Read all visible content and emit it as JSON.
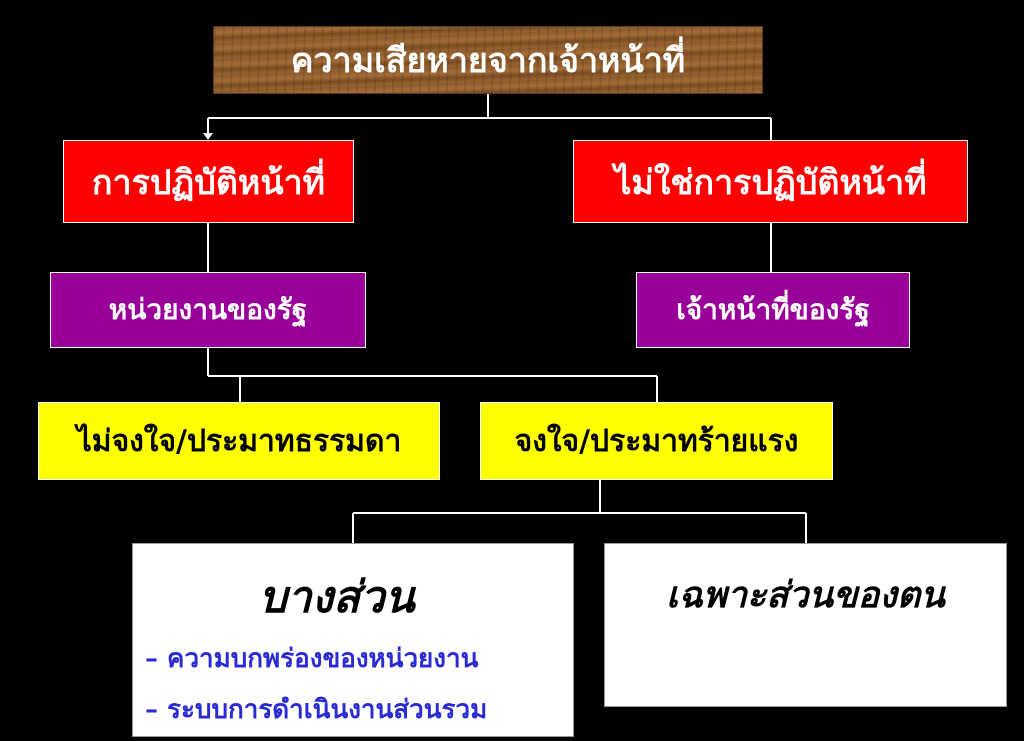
{
  "root": {
    "label": "ความเสียหายจากเจ้าหน้าที่"
  },
  "level1": {
    "left": "การปฏิบัติหน้าที่",
    "right": "ไม่ใช่การปฏิบัติหน้าที่"
  },
  "level2": {
    "left": "หน่วยงานของรัฐ",
    "right": "เจ้าหน้าที่ของรัฐ"
  },
  "level3": {
    "left": "ไม่จงใจ/ประมาทธรรมดา",
    "right": "จงใจ/ประมาทร้ายแรง"
  },
  "level4": {
    "left": {
      "title": "บางส่วน",
      "bullets": [
        "–  ความบกพร่องของหน่วยงาน",
        "– ระบบการดำเนินงานส่วนรวม"
      ]
    },
    "right": {
      "title": "เฉพาะส่วนของตน"
    }
  },
  "colors": {
    "background": "#000000",
    "red": "#ff0000",
    "purple": "#990099",
    "yellow": "#ffff00",
    "bullet_text": "#2b2bd6",
    "connector": "#ffffff"
  }
}
